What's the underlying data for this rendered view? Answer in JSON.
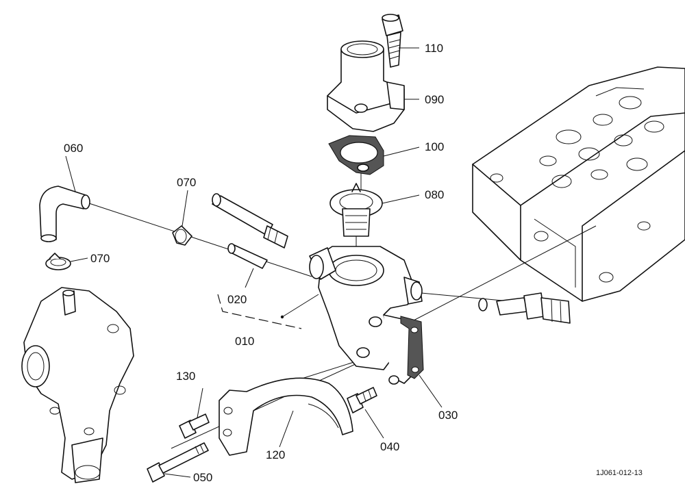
{
  "parts": [
    {
      "id": "p110",
      "label": "110"
    },
    {
      "id": "p090",
      "label": "090"
    },
    {
      "id": "p100",
      "label": "100"
    },
    {
      "id": "p080",
      "label": "080"
    },
    {
      "id": "p060",
      "label": "060"
    },
    {
      "id": "p070a",
      "label": "070"
    },
    {
      "id": "p070b",
      "label": "070"
    },
    {
      "id": "p020",
      "label": "020"
    },
    {
      "id": "p010",
      "label": "010"
    },
    {
      "id": "p130",
      "label": "130"
    },
    {
      "id": "p030",
      "label": "030"
    },
    {
      "id": "p040",
      "label": "040"
    },
    {
      "id": "p120",
      "label": "120"
    },
    {
      "id": "p050",
      "label": "050"
    }
  ],
  "drawing_code": "1J061-012-13"
}
